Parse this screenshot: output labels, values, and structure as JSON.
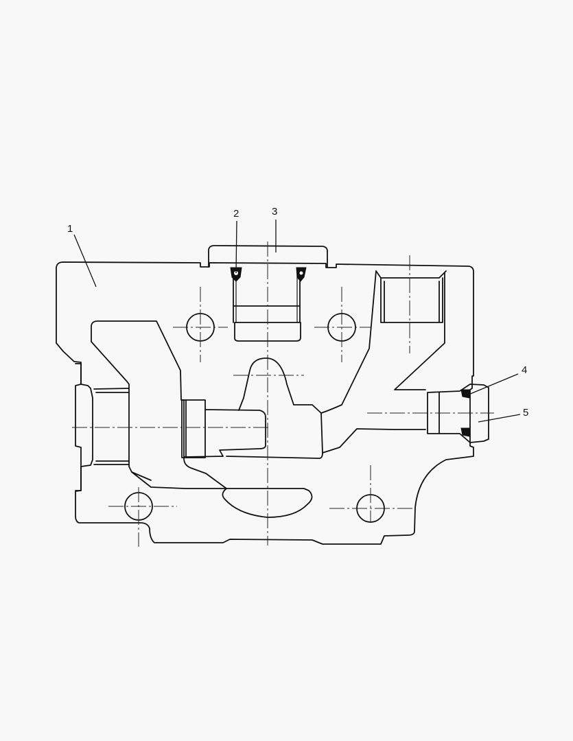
{
  "figure": {
    "type": "technical cross-section drawing",
    "colors": {
      "background": "#f8f8f8",
      "line": "#111111"
    }
  },
  "callouts": [
    {
      "id": "1",
      "label": "1"
    },
    {
      "id": "2",
      "label": "2"
    },
    {
      "id": "3",
      "label": "3"
    },
    {
      "id": "4",
      "label": "4"
    },
    {
      "id": "5",
      "label": "5"
    }
  ]
}
